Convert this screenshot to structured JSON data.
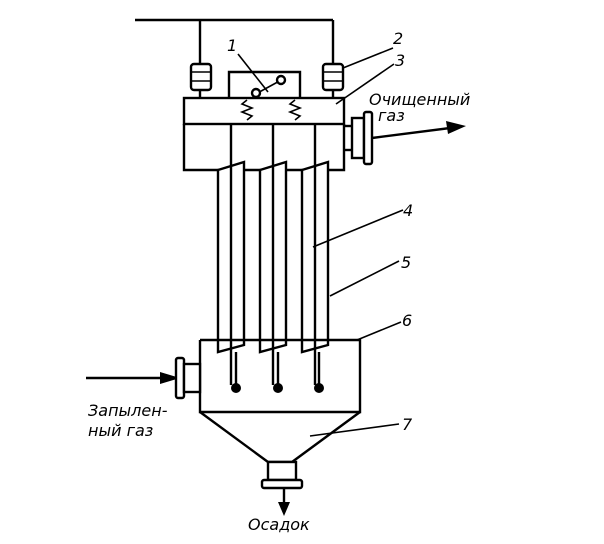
{
  "labels": {
    "n1": "1",
    "n2": "2",
    "n3": "3",
    "n4": "4",
    "n5": "5",
    "n6": "6",
    "n7": "7",
    "clean_gas_line1": "Очищенный",
    "clean_gas_line2": "газ",
    "dusty_gas_line1": "Запылен-",
    "dusty_gas_line2": "ный газ",
    "sediment": "Осадок"
  }
}
